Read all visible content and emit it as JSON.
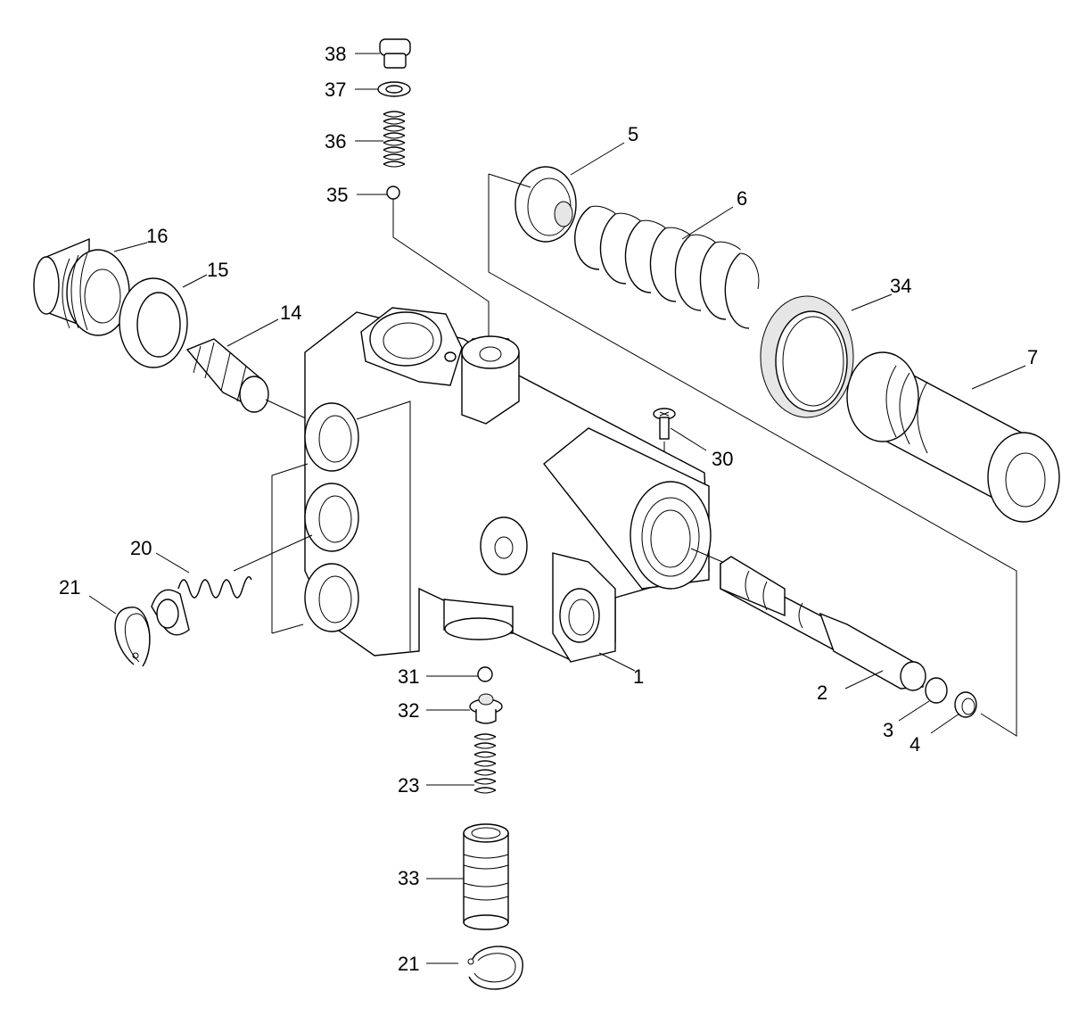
{
  "labels": [
    {
      "id": "38",
      "text": "38"
    },
    {
      "id": "37",
      "text": "37"
    },
    {
      "id": "36",
      "text": "36"
    },
    {
      "id": "35",
      "text": "35"
    },
    {
      "id": "5",
      "text": "5"
    },
    {
      "id": "6",
      "text": "6"
    },
    {
      "id": "16",
      "text": "16"
    },
    {
      "id": "15",
      "text": "15"
    },
    {
      "id": "14",
      "text": "14"
    },
    {
      "id": "34",
      "text": "34"
    },
    {
      "id": "7",
      "text": "7"
    },
    {
      "id": "30",
      "text": "30"
    },
    {
      "id": "20",
      "text": "20"
    },
    {
      "id": "21a",
      "text": "21"
    },
    {
      "id": "1",
      "text": "1"
    },
    {
      "id": "31",
      "text": "31"
    },
    {
      "id": "32",
      "text": "32"
    },
    {
      "id": "2",
      "text": "2"
    },
    {
      "id": "3",
      "text": "3"
    },
    {
      "id": "4",
      "text": "4"
    },
    {
      "id": "23",
      "text": "23"
    },
    {
      "id": "33",
      "text": "33"
    },
    {
      "id": "21b",
      "text": "21"
    }
  ]
}
